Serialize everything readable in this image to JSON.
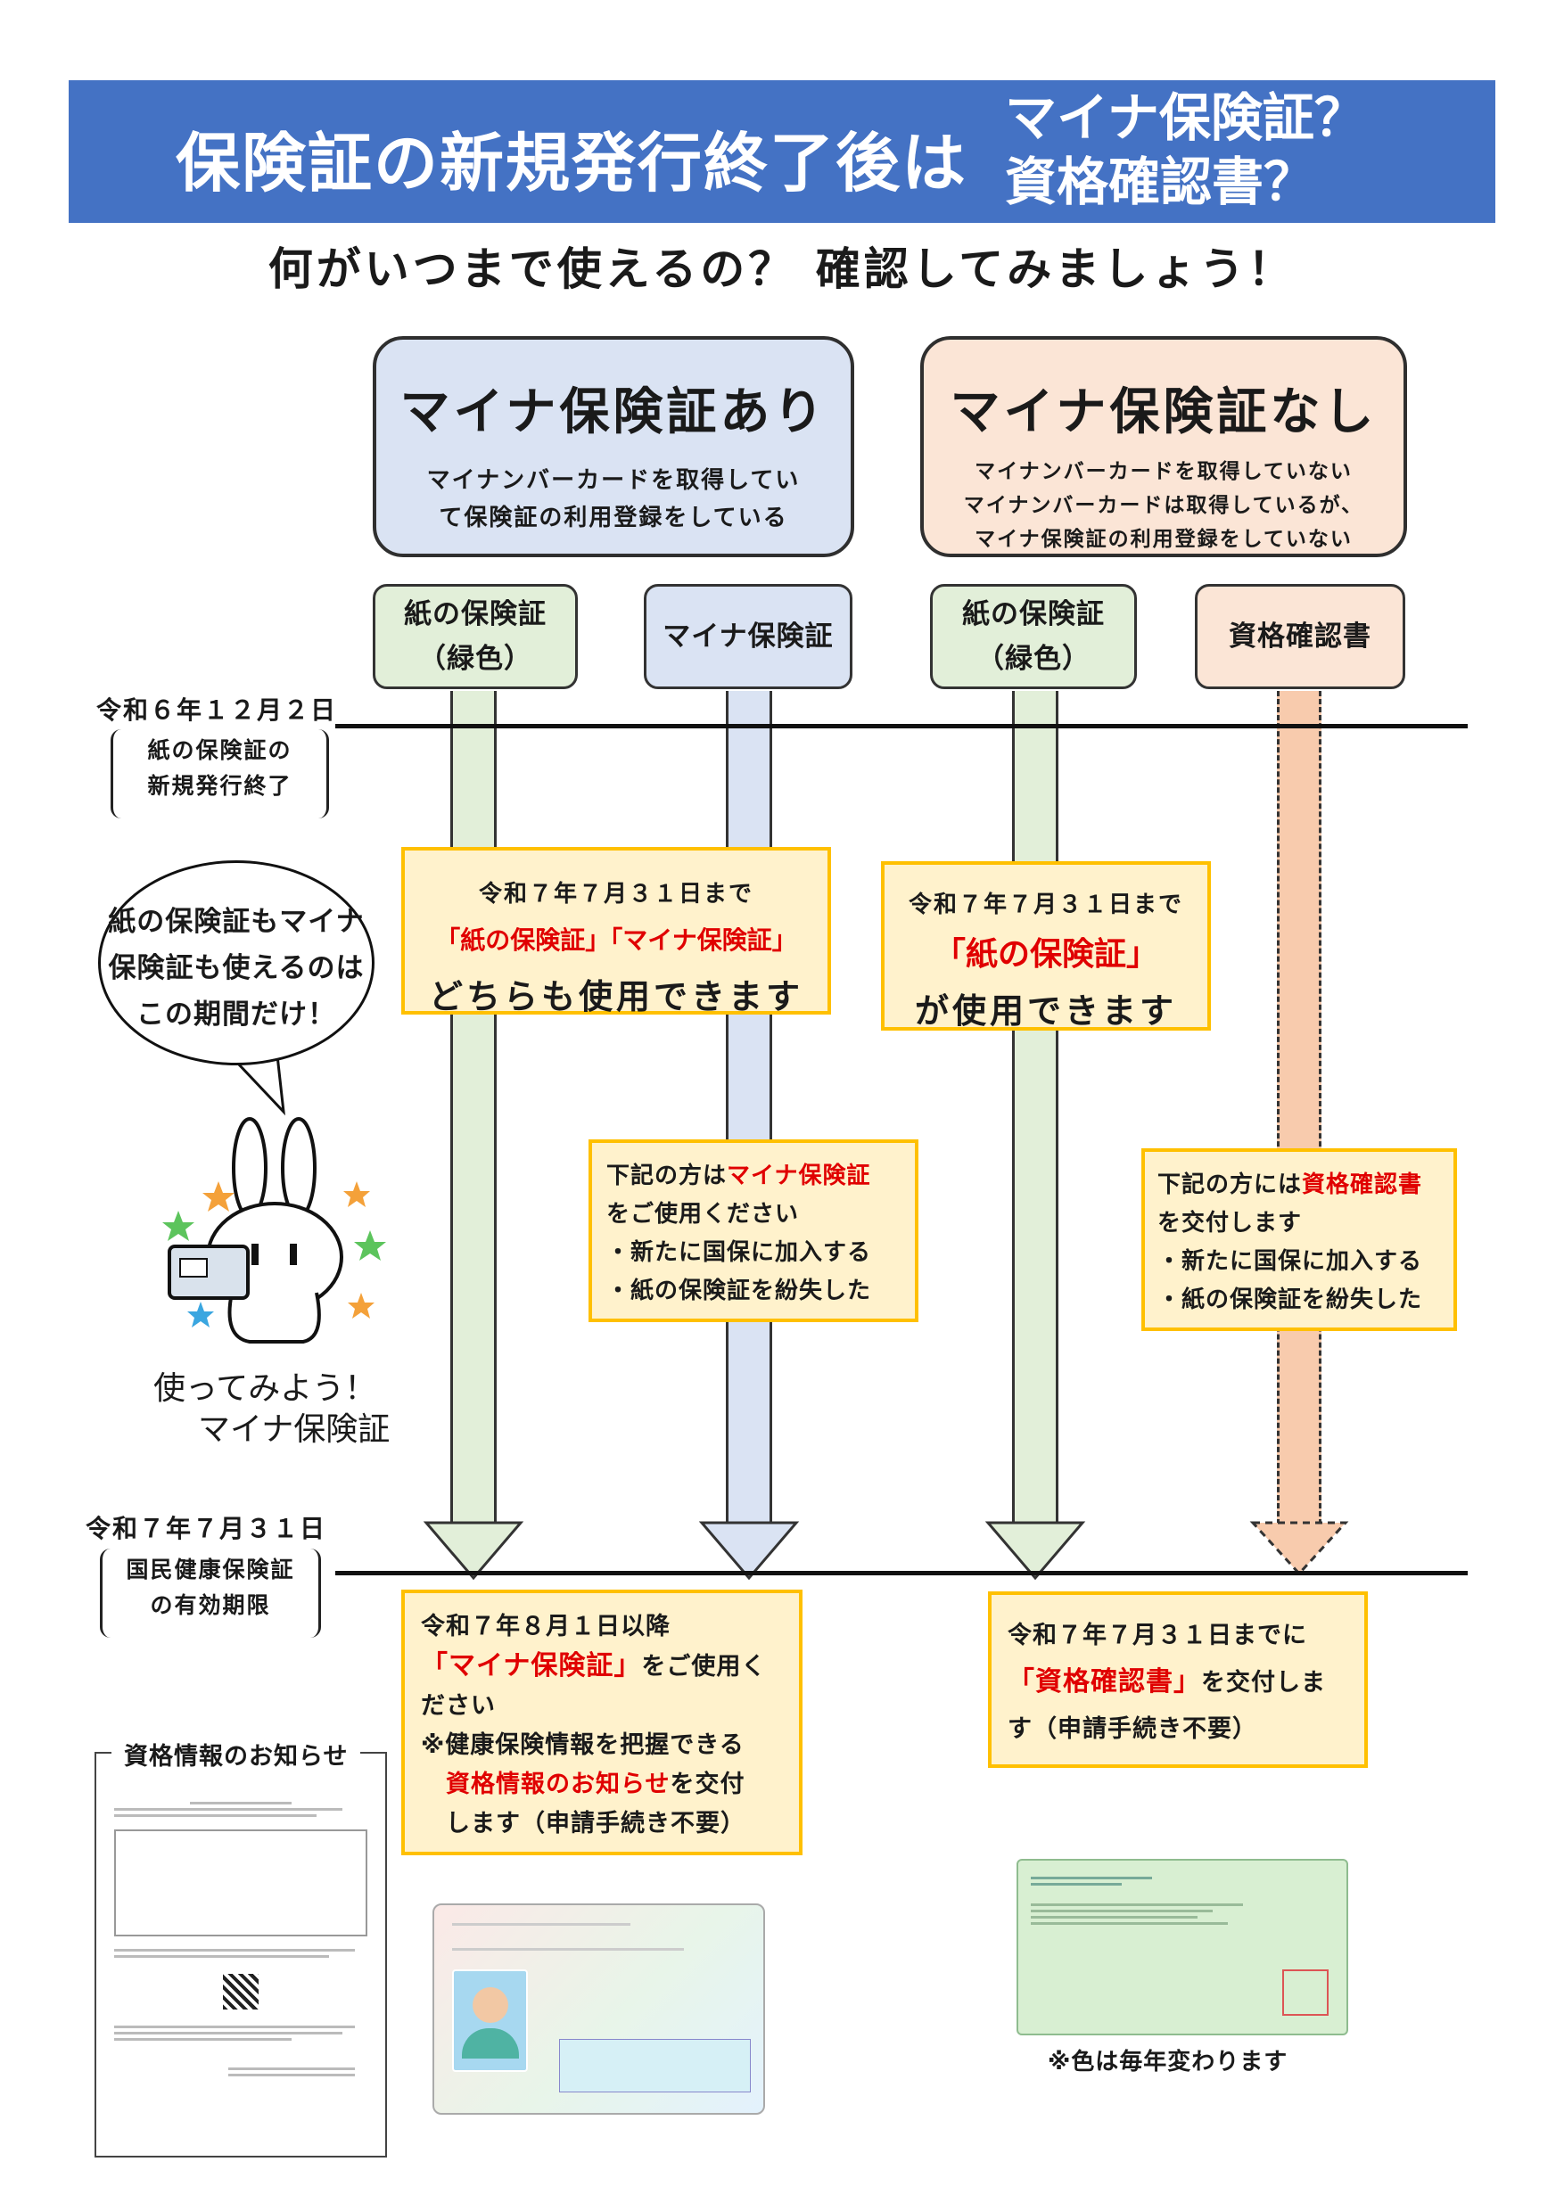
{
  "banner": {
    "title_main": "保険証の新規発行終了後は",
    "title_right_1": "マイナ保険証？",
    "title_right_2": "資格確認書？"
  },
  "subtitle": "何がいつまで使えるの？ 確認してみましょう！",
  "box_with": {
    "heading": "マイナ保険証あり",
    "desc_1": "マイナンバーカードを取得してい",
    "desc_2": "て保険証の利用登録をしている"
  },
  "box_without": {
    "heading": "マイナ保険証なし",
    "desc_1": "マイナンバーカードを取得していない",
    "desc_2": "マイナンバーカードは取得しているが、",
    "desc_3": "マイナ保険証の利用登録をしていない"
  },
  "columns": {
    "paper1_1": "紙の保険証",
    "paper1_2": "（緑色）",
    "myna": "マイナ保険証",
    "paper2_1": "紙の保険証",
    "paper2_2": "（緑色）",
    "shikaku": "資格確認書"
  },
  "timeline1": {
    "date": "令和６年１２月２日",
    "note_1": "紙の保険証の",
    "note_2": "新規発行終了"
  },
  "timeline2": {
    "date": "令和７年７月３１日",
    "note_1": "国民健康保険証",
    "note_2": "の有効期限"
  },
  "box_both": {
    "l1": "令和７年７月３１日まで",
    "l2": "「紙の保険証」「マイナ保険証」",
    "l3": "どちらも使用できます"
  },
  "box_paper": {
    "l1": "令和７年７月３１日まで",
    "l2": "「紙の保険証」",
    "l3": "が使用できます"
  },
  "box_myna_note": {
    "l1a": "下記の方は",
    "l1b": "マイナ保険証",
    "l2": "をご使用ください",
    "l3": "・新たに国保に加入する",
    "l4": "・紙の保険証を紛失した"
  },
  "box_shikaku_note": {
    "l1a": "下記の方には",
    "l1b": "資格確認書",
    "l2": "を交付します",
    "l3": "・新たに国保に加入する",
    "l4": "・紙の保険証を紛失した"
  },
  "bubble": {
    "l1": "紙の保険証もマイナ",
    "l2": "保険証も使えるのは",
    "l3": "この期間だけ！"
  },
  "mascot": {
    "c1": "使ってみよう！",
    "c2": "マイナ保険証"
  },
  "box_after_myna": {
    "l1": "令和７年８月１日以降",
    "l2a": "「マイナ保険証」",
    "l2b": "をご使用く",
    "l3": "ださい",
    "l4": "※健康保険情報を把握できる",
    "l5a": "資格情報のお知らせ",
    "l5b": "を交付",
    "l6": "します（申請手続き不要）"
  },
  "box_after_shikaku": {
    "l1": "令和７年７月３１日までに",
    "l2a": "「資格確認書」",
    "l2b": "を交付しま",
    "l3": "す（申請手続き不要）"
  },
  "notice": {
    "label": "資格情報のお知らせ"
  },
  "card_note": "※色は毎年変わります",
  "colors": {
    "banner": "#4472c4",
    "with_box": "#dae3f3",
    "without_box": "#fbe5d6",
    "green": "#e2efd9",
    "blue": "#dae3f3",
    "orange": "#f8cbad",
    "yellow_bg": "#fff2cc",
    "yellow_border": "#ffc000",
    "red": "#e00000"
  }
}
